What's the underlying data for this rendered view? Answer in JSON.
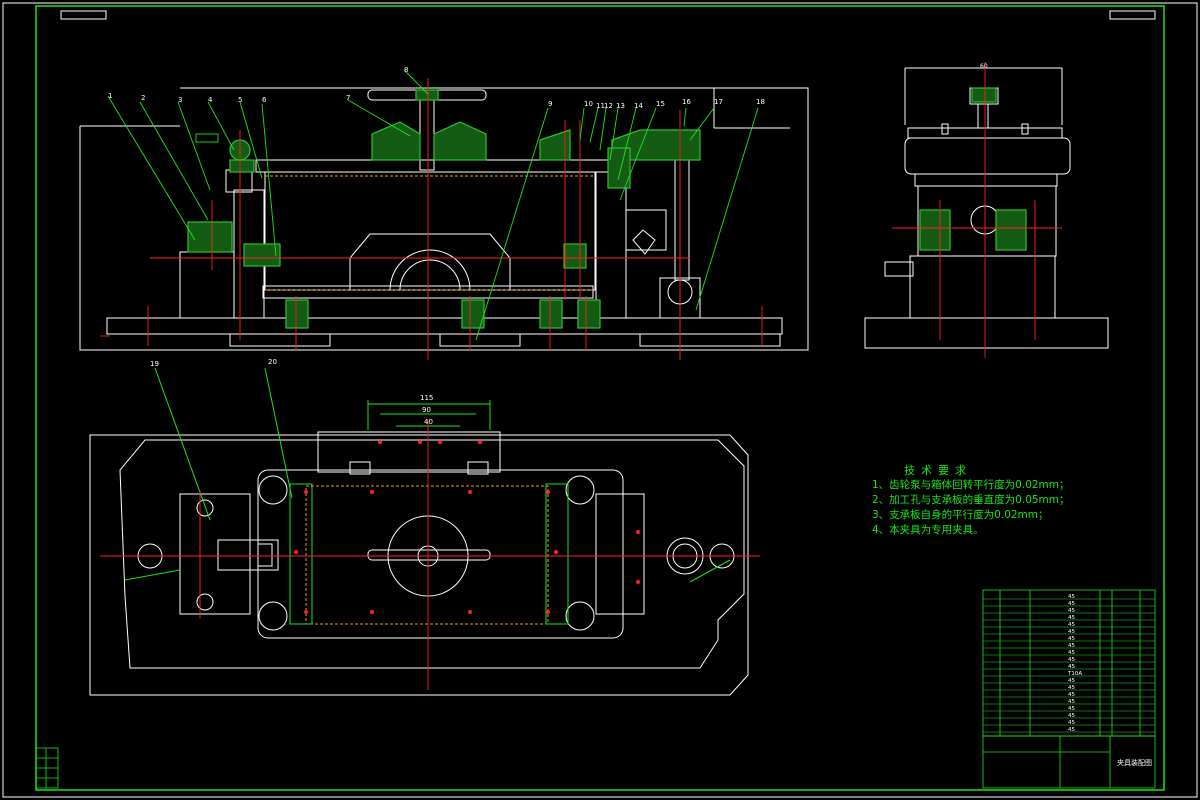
{
  "drawing": {
    "title_cell": "夹具装配图",
    "tech_requirements": {
      "heading": "技术要求",
      "items": [
        "1、齿轮泵与箱体回转平行度为0.02mm；",
        "2、加工孔与支承板的垂直度为0.05mm；",
        "3、支承板自身的平行度为0.02mm；",
        "4、本夹具为专用夹具。"
      ]
    },
    "balloons_main": [
      "1",
      "2",
      "3",
      "4",
      "5",
      "6",
      "7",
      "8",
      "9",
      "10",
      "11",
      "12",
      "13",
      "14",
      "15",
      "16",
      "17",
      "18"
    ],
    "balloons_plan": [
      "19",
      "20"
    ],
    "dims_plan": {
      "outer": "115",
      "mid": "90",
      "inner": "40"
    },
    "dim_side_top": "60",
    "bom_materials": [
      "45",
      "45",
      "45",
      "45",
      "45",
      "45",
      "45",
      "45",
      "45",
      "45",
      "45",
      "T10A",
      "45",
      "45",
      "45",
      "45",
      "45",
      "45",
      "45",
      "45"
    ],
    "colors": {
      "bg": "#000000",
      "frame": "#19e619",
      "white": "#ffffff",
      "red": "#ff2020",
      "green_hatch": "#2fbf2f",
      "cyan": "#00d8d8",
      "yellow": "#e8e800"
    }
  }
}
